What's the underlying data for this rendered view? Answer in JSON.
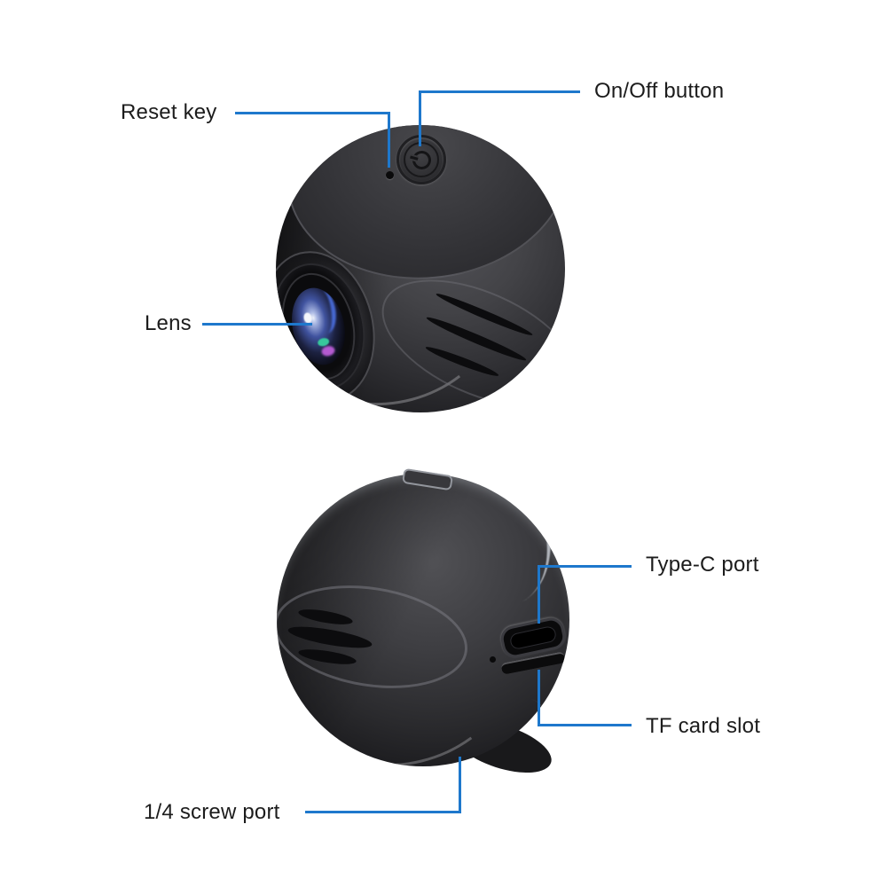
{
  "colors": {
    "accent": "#1e78cc",
    "label_text": "#1c1c1c",
    "background": "#ffffff",
    "body_dark": "#2a2a2d"
  },
  "annotations": {
    "on_off": {
      "label": "On/Off button"
    },
    "reset": {
      "label": "Reset key"
    },
    "lens": {
      "label": "Lens"
    },
    "type_c": {
      "label": "Type-C port"
    },
    "tf_card": {
      "label": "TF card slot"
    },
    "screw": {
      "label": "1/4 screw port"
    }
  }
}
